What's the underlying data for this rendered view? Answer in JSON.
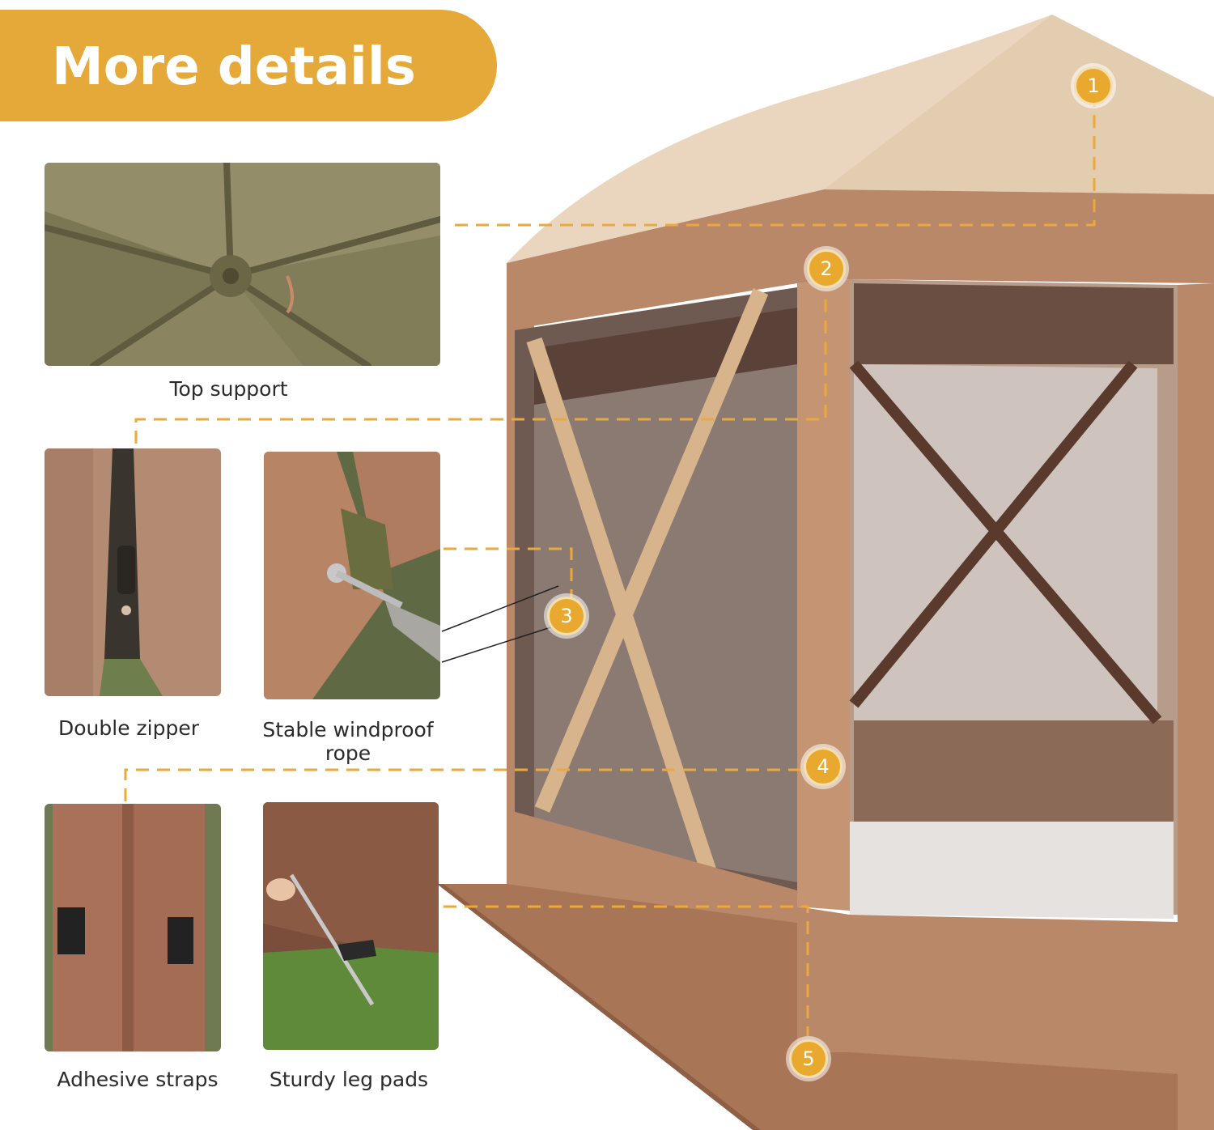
{
  "banner": {
    "title": "More details"
  },
  "features": [
    {
      "label": "Top support"
    },
    {
      "label": "Double zipper"
    },
    {
      "label": "Stable windproof rope"
    },
    {
      "label": "Adhesive straps"
    },
    {
      "label": "Sturdy leg pads"
    }
  ],
  "markers": [
    "1",
    "2",
    "3",
    "4",
    "5"
  ],
  "colors": {
    "accent": "#E5A93A",
    "tent_brown": "#B88868",
    "roof_beige": "#EAD6BE"
  }
}
